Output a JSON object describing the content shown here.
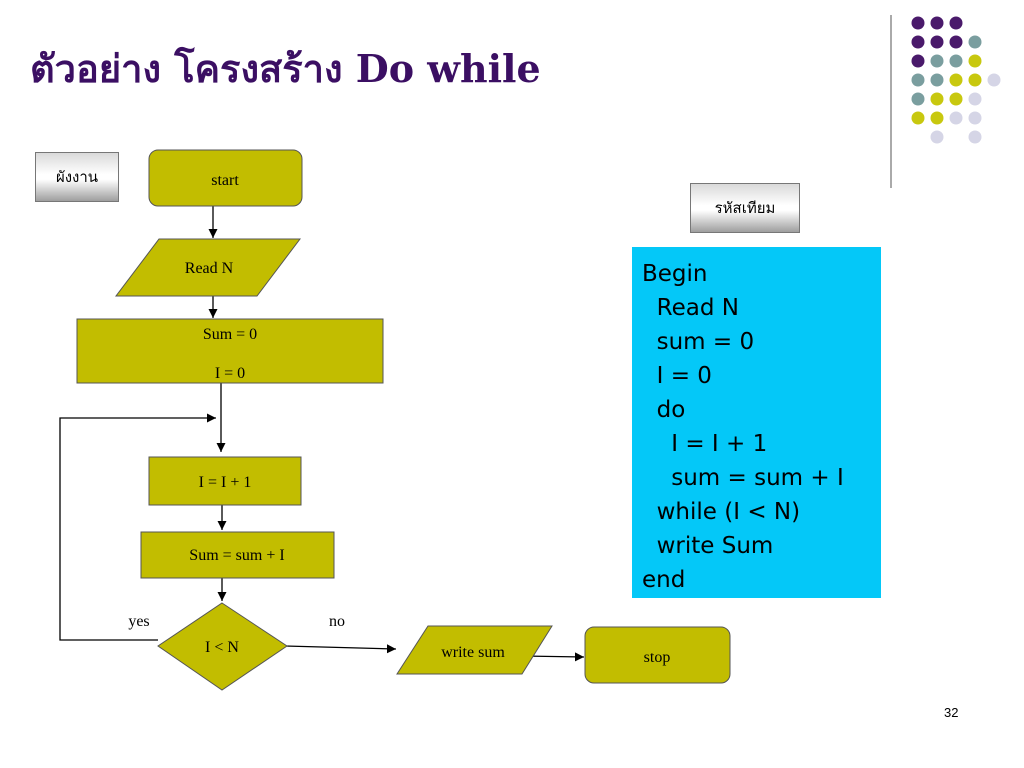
{
  "slide": {
    "title": "ตัวอย่าง โครงสร้าง Do while",
    "page_number": "32"
  },
  "flowchart": {
    "section_label": "ผังงาน",
    "nodes": {
      "start": "start",
      "read": "Read N",
      "init_sum": "Sum = 0",
      "init_i": "I = 0",
      "increment": "I = I + 1",
      "accumulate": "Sum = sum + I",
      "condition": "I < N",
      "output": "write sum",
      "stop": "stop"
    },
    "edges": {
      "yes": "yes",
      "no": "no"
    }
  },
  "pseudocode": {
    "section_label": "รหัสเทียม",
    "lines": [
      "Begin",
      "  Read N",
      "  sum = 0",
      "  I = 0",
      "  do",
      "    I = I + 1",
      "    sum = sum + I",
      "  while (I < N)",
      "  write Sum",
      "end"
    ]
  },
  "colors": {
    "title": "#3b0f63",
    "flow_fill": "#c2bd00",
    "code_background": "#04c8f8",
    "deco_purple": "#4a1a6b",
    "deco_teal": "#7a9e9f",
    "deco_yellow": "#c8c80f",
    "deco_lavender": "#d5d5e6"
  }
}
